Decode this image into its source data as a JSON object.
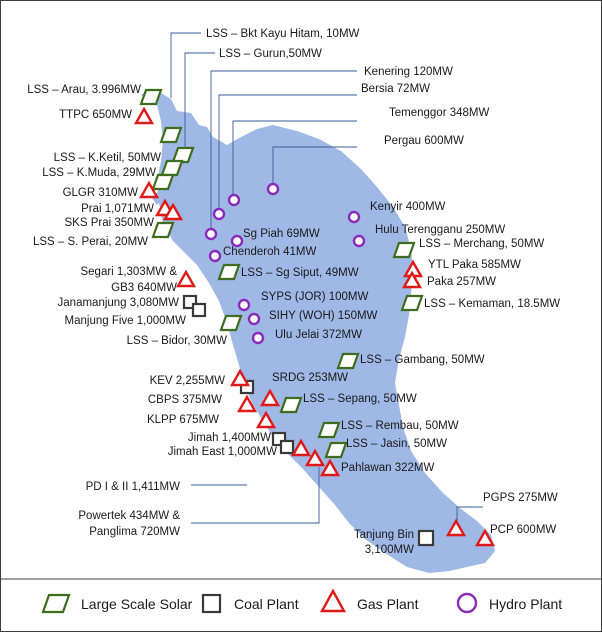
{
  "colors": {
    "land": "#9fb8e6",
    "solar": "#3f6d1f",
    "coal": "#3a3a3a",
    "gas": "#e01818",
    "hydro": "#8a2bb8"
  },
  "labels": {
    "bkt_kayu_hitam": "LSS – Bkt Kayu Hitam, 10MW",
    "gurun": "LSS – Gurun,50MW",
    "kenering": "Kenering 120MW",
    "arau": "LSS – Arau, 3.996MW",
    "bersia": "Bersia 72MW",
    "ttpc": "TTPC 650MW",
    "temenggor": "Temenggor 348MW",
    "pergau": "Pergau 600MW",
    "k_ketil": "LSS – K.Ketil, 50MW",
    "k_muda": "LSS – K.Muda, 29MW",
    "glgr": "GLGR 310MW",
    "kenyir": "Kenyir 400MW",
    "prai": "Prai 1,071MW",
    "sks_prai": "SKS Prai 350MW",
    "hulu_terengganu": "Hulu Terengganu 250MW",
    "sg_piah": "Sg Piah 69MW",
    "s_perai": "LSS – S. Perai, 20MW",
    "merchang": "LSS – Merchang, 50MW",
    "chenderoh": "Chenderoh 41MW",
    "ytl_paka": "YTL Paka 585MW",
    "segari_1": "Segari 1,303MW &",
    "segari_2": "GB3 640MW",
    "sg_siput": "LSS – Sg Siput, 49MW",
    "paka": "Paka 257MW",
    "janamanjung": "Janamanjung 3,080MW",
    "sypsjor": "SYPS (JOR) 100MW",
    "kemaman": "LSS – Kemaman, 18.5MW",
    "manjung_five": "Manjung Five 1,000MW",
    "sihy": "SIHY (WOH) 150MW",
    "ulu_jelai": "Ulu Jelai 372MW",
    "bidor": "LSS – Bidor, 30MW",
    "gambang": "LSS – Gambang, 50MW",
    "kev": "KEV 2,255MW",
    "srdg": "SRDG 253MW",
    "cbps": "CBPS 375MW",
    "sepang": "LSS – Sepang, 50MW",
    "klpp": "KLPP 675MW",
    "rembau": "LSS – Rembau, 50MW",
    "jimah": "Jimah 1,400MW",
    "jasin": "LSS – Jasin, 50MW",
    "jimah_east": "Jimah East 1,000MW",
    "pahlawan": "Pahlawan 322MW",
    "pd": "PD I & II 1,411MW",
    "pgps": "PGPS 275MW",
    "powertek_1": "Powertek 434MW &",
    "powertek_2": "Panglima 720MW",
    "pcp": "PCP 600MW",
    "tanjung_bin_1": "Tanjung Bin",
    "tanjung_bin_2": "3,100MW"
  },
  "legend": {
    "solar": "Large Scale Solar",
    "coal": "Coal Plant",
    "gas": "Gas Plant",
    "hydro": "Hydro Plant"
  }
}
